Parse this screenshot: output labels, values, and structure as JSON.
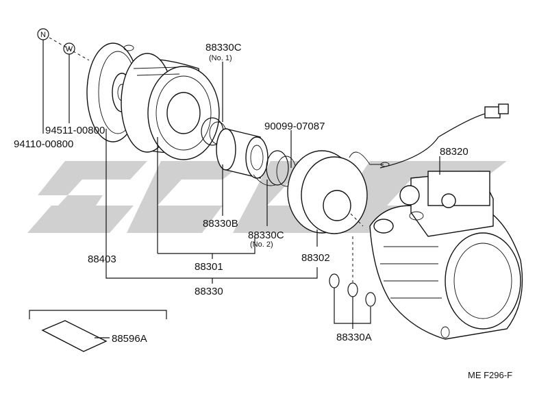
{
  "symbols": {
    "n": "N",
    "w": "W"
  },
  "labels": {
    "p94110": "94110-00800",
    "p94511": "94511-00800",
    "p88330c_top": "88330C",
    "no1": "(No. 1)",
    "p90099": "90099-07087",
    "p88320": "88320",
    "p88330b": "88330B",
    "p88330c_mid": "88330C",
    "no2": "(No. 2)",
    "p88403": "88403",
    "p88301": "88301",
    "p88302": "88302",
    "p88330": "88330",
    "p88330a": "88330A",
    "p88596a": "88596A",
    "footer": "ME  F296-F"
  },
  "colors": {
    "line": "#111111",
    "watermark": "#c8c8c8"
  }
}
